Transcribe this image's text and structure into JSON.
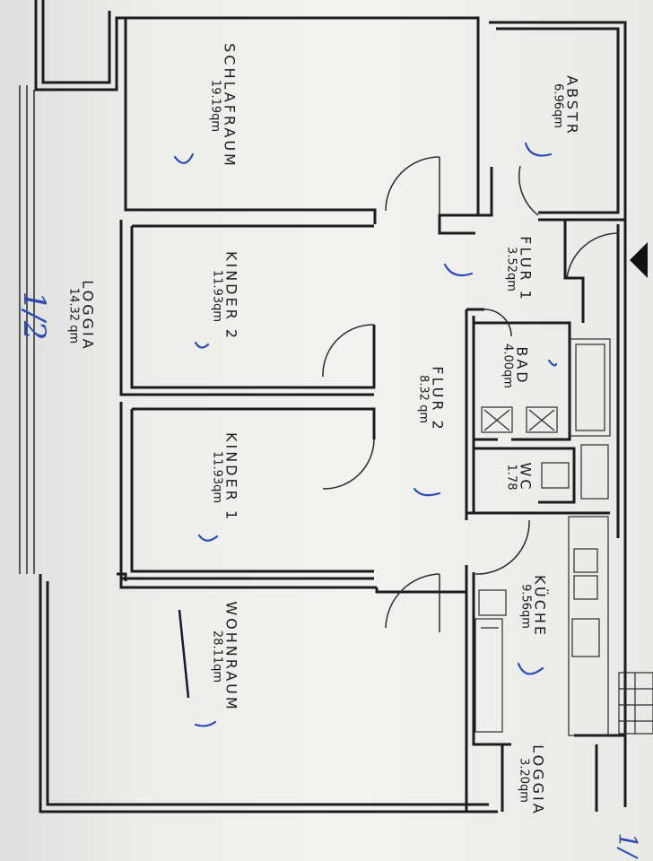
{
  "floor_plan": {
    "rooms": [
      {
        "id": "schlafraum",
        "name": "SCHLAFRAUM",
        "area": "19.19qm"
      },
      {
        "id": "abstr",
        "name": "ABSTR",
        "area": "6.96qm"
      },
      {
        "id": "flur1",
        "name": "FLUR 1",
        "area": "3.52qm"
      },
      {
        "id": "kinder2",
        "name": "KINDER 2",
        "area": "11.93qm"
      },
      {
        "id": "loggia-west",
        "name": "LOGGIA",
        "area": "14.32 qm"
      },
      {
        "id": "bad",
        "name": "BAD",
        "area": "4.00qm"
      },
      {
        "id": "flur2",
        "name": "FLUR 2",
        "area": "8.32 qm"
      },
      {
        "id": "wc",
        "name": "WC",
        "area": "1.78"
      },
      {
        "id": "kinder1",
        "name": "KINDER 1",
        "area": "11.93qm"
      },
      {
        "id": "kueche",
        "name": "KÜCHE",
        "area": "9.56qm"
      },
      {
        "id": "wohnraum",
        "name": "WOHNRAUM",
        "area": "28.11qm"
      },
      {
        "id": "loggia-east",
        "name": "LOGGIA",
        "area": "3.20qm"
      }
    ],
    "annotations": {
      "handwritten_west": "1/2",
      "handwritten_east": "1/"
    },
    "colors": {
      "ink": "#1c1c1c",
      "pen": "#2c4ab6",
      "paper": "#ededeb"
    }
  }
}
